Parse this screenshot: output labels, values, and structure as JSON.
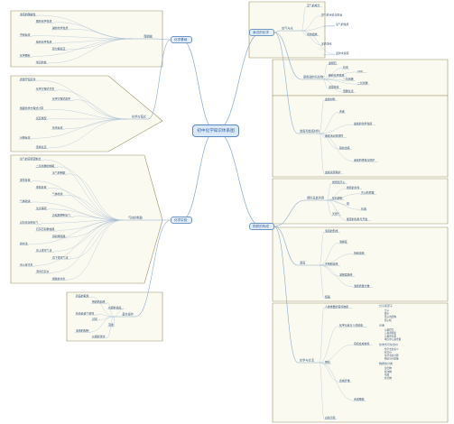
{
  "mindmap": {
    "center_title": "初中化学知识体系图",
    "branches": [
      {
        "id": "left-top",
        "label": "化学基础"
      },
      {
        "id": "left-bottom",
        "label": "化学实验"
      },
      {
        "id": "right-top",
        "label": "身边的化学"
      },
      {
        "id": "right-bottom",
        "label": "物质的构成"
      }
    ],
    "groups": [
      {
        "name": "酸碱盐",
        "items": [
          "溶液的酸碱性",
          "酸的化学性质",
          "碱的化学性质",
          "中和反应",
          "盐的化学性质",
          "复分解反应",
          "化学肥料",
          "常见的盐"
        ]
      },
      {
        "name": "化学方程式",
        "items": [
          "质量守恒定律",
          "化学方程式书写",
          "化学方程式配平",
          "根据化学方程式计算",
          "反应类型",
          "化合反应",
          "分解反应",
          "置换反应"
        ]
      },
      {
        "name": "气体的制取",
        "items": [
          "氧气的实验室制法",
          "二氧化碳的制取",
          "氢气的制取",
          "发生装置",
          "收集装置",
          "气体检验",
          "气体验满",
          "注意事项",
          "高锰酸钾制氧气",
          "过氧化氢制氧气",
          "石灰石和稀盐酸",
          "锌和稀硫酸",
          "排水法",
          "向上排空气法",
          "向下排空气法",
          "带火星木条",
          "澄清石灰水",
          "燃着的木条"
        ]
      },
      {
        "name": "基本操作",
        "items": [
          "药品的取用",
          "物质的加热",
          "仪器的连接",
          "检查装置气密性",
          "过滤",
          "蒸发",
          "溶液的配制",
          "仪器的洗涤"
        ]
      },
      {
        "name": "空气与水",
        "items": [
          "空气的成分",
          "空气的污染与防治",
          "氧气的性质",
          "水的组成",
          "水的净化",
          "爱护水资源"
        ]
      },
      {
        "name": "碳和碳的氧化物",
        "items": [
          "金刚石",
          "石墨",
          "C60",
          "碳的化学性质",
          "一氧化碳",
          "二氧化碳",
          "温室效应",
          "低碳生活"
        ]
      },
      {
        "name": "金属和金属材料",
        "items": [
          "金属材料",
          "合金",
          "金属的化学性质",
          "金属活动性顺序",
          "铁的冶炼",
          "金属的锈蚀与防护",
          "金属资源保护"
        ]
      },
      {
        "name": "燃料及其利用",
        "items": [
          "燃烧和灭火",
          "燃烧的条件",
          "灭火的原理",
          "化石燃料",
          "煤",
          "石油",
          "天然气",
          "能源的利用与开发"
        ]
      },
      {
        "name": "溶液",
        "items": [
          "溶液的形成",
          "溶解度",
          "饱和溶液",
          "不饱和溶液",
          "溶解度曲线",
          "溶质质量分数",
          "结晶"
        ]
      },
      {
        "name": "化学与生活",
        "items": [
          "人类重要的营养物质",
          "化学元素与人体健康",
          "有机合成材料",
          "塑料",
          "合成纤维",
          "合成橡胶",
          "白色污染"
        ]
      },
      {
        "name": "分子和原子",
        "items": [
          "分子",
          "原子",
          "原子的结构",
          "原子核",
          "质子",
          "中子",
          "核外电子",
          "相对原子质量"
        ]
      },
      {
        "name": "元素",
        "items": [
          "元素符号",
          "元素周期表",
          "元素的分类",
          "地壳中元素含量"
        ]
      },
      {
        "name": "化学式与化合价",
        "items": [
          "化学式的意义",
          "化合价",
          "化学式的计算",
          "相对分子质量"
        ]
      },
      {
        "name": "物质的分类",
        "items": [
          "混合物",
          "纯净物",
          "单质",
          "化合物",
          "氧化物",
          "酸",
          "碱",
          "盐"
        ]
      }
    ]
  }
}
